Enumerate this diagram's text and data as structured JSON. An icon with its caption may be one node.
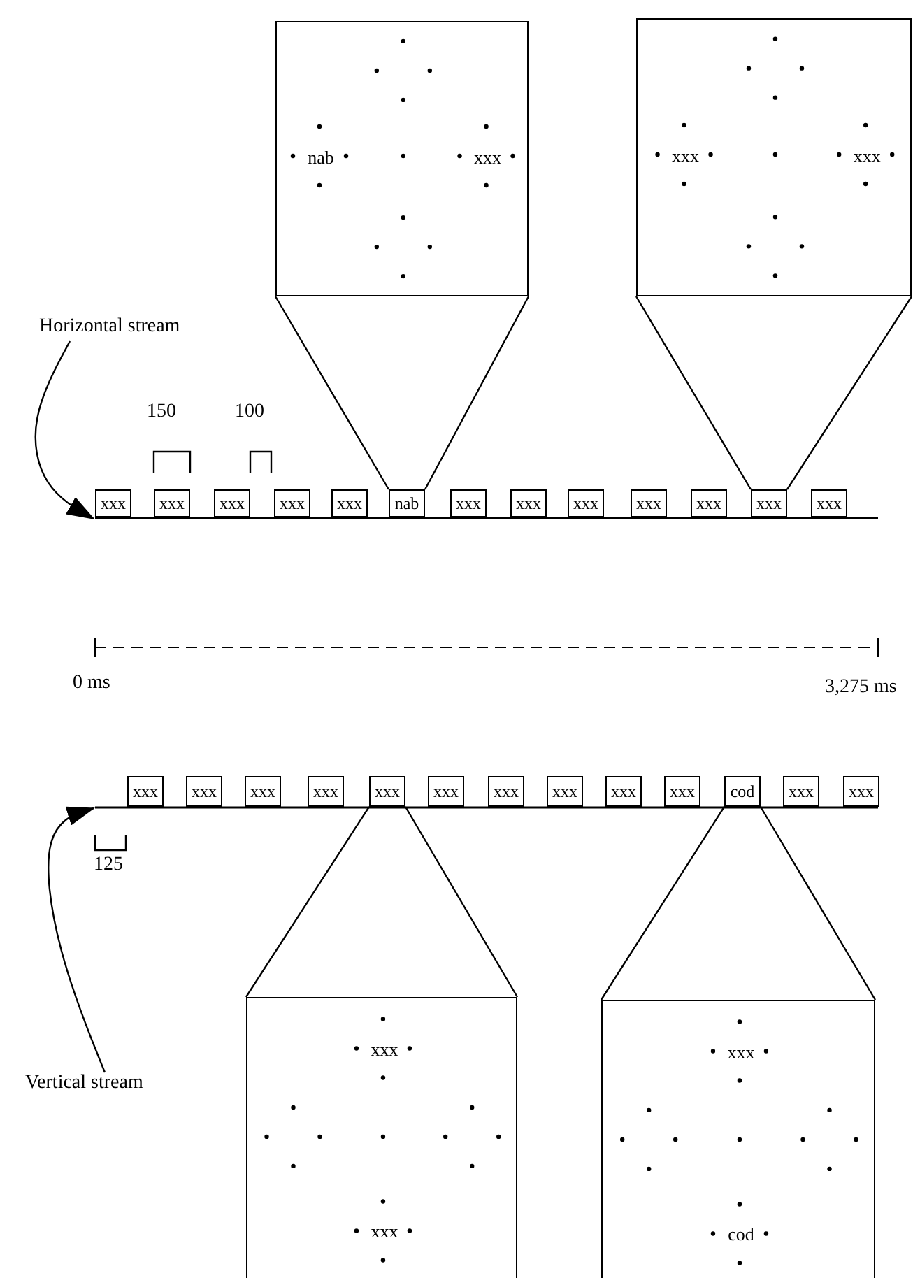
{
  "diagram": {
    "nodes": [
      {
        "text": [
          "Horizontal stream"
        ]
      },
      {
        "text": [],
        "shape": "line"
      },
      {
        "text": [
          "xxx"
        ]
      },
      {
        "text": [
          "xxx"
        ]
      },
      {
        "text": [
          "xxx"
        ]
      },
      {
        "text": [
          "xxx"
        ]
      },
      {
        "text": [
          "xxx"
        ]
      },
      {
        "text": [
          "nab"
        ]
      },
      {
        "text": [
          "xxx"
        ]
      },
      {
        "text": [
          "xxx"
        ]
      },
      {
        "text": [
          "xxx"
        ]
      },
      {
        "text": [
          "xxx"
        ]
      },
      {
        "text": [
          "xxx"
        ]
      },
      {
        "text": [
          "xxx"
        ]
      },
      {
        "text": [
          "xxx"
        ]
      },
      {
        "text": [
          "nab",
          "xxx"
        ]
      },
      {
        "text": [
          "xxx",
          "xxx"
        ]
      },
      {
        "text": [
          "Vertical stream"
        ]
      },
      {
        "text": [],
        "shape": "line"
      },
      {
        "text": [
          "xxx"
        ]
      },
      {
        "text": [
          "xxx"
        ]
      },
      {
        "text": [
          "xxx"
        ]
      },
      {
        "text": [
          "xxx"
        ]
      },
      {
        "text": [
          "xxx"
        ]
      },
      {
        "text": [
          "xxx"
        ]
      },
      {
        "text": [
          "xxx"
        ]
      },
      {
        "text": [
          "xxx"
        ]
      },
      {
        "text": [
          "xxx"
        ]
      },
      {
        "text": [
          "xxx"
        ]
      },
      {
        "text": [
          "cod"
        ]
      },
      {
        "text": [
          "xxx"
        ]
      },
      {
        "text": [
          "xxx"
        ]
      },
      {
        "text": [
          "xxx",
          "xxx"
        ]
      },
      {
        "text": [
          "xxx",
          "cod"
        ]
      }
    ],
    "edges": [
      {
        "from": 0,
        "to": 1,
        "arrow": "to"
      },
      {
        "from": 7,
        "to": 15,
        "arrow": "none"
      },
      {
        "from": 13,
        "to": 16,
        "arrow": "none"
      },
      {
        "from": 17,
        "to": 18,
        "arrow": "to"
      },
      {
        "from": 23,
        "to": 32,
        "arrow": "none"
      },
      {
        "from": 29,
        "to": 33,
        "arrow": "none"
      }
    ],
    "labels": [
      "150",
      "100",
      "0 ms",
      "3,275 ms",
      "125"
    ]
  }
}
